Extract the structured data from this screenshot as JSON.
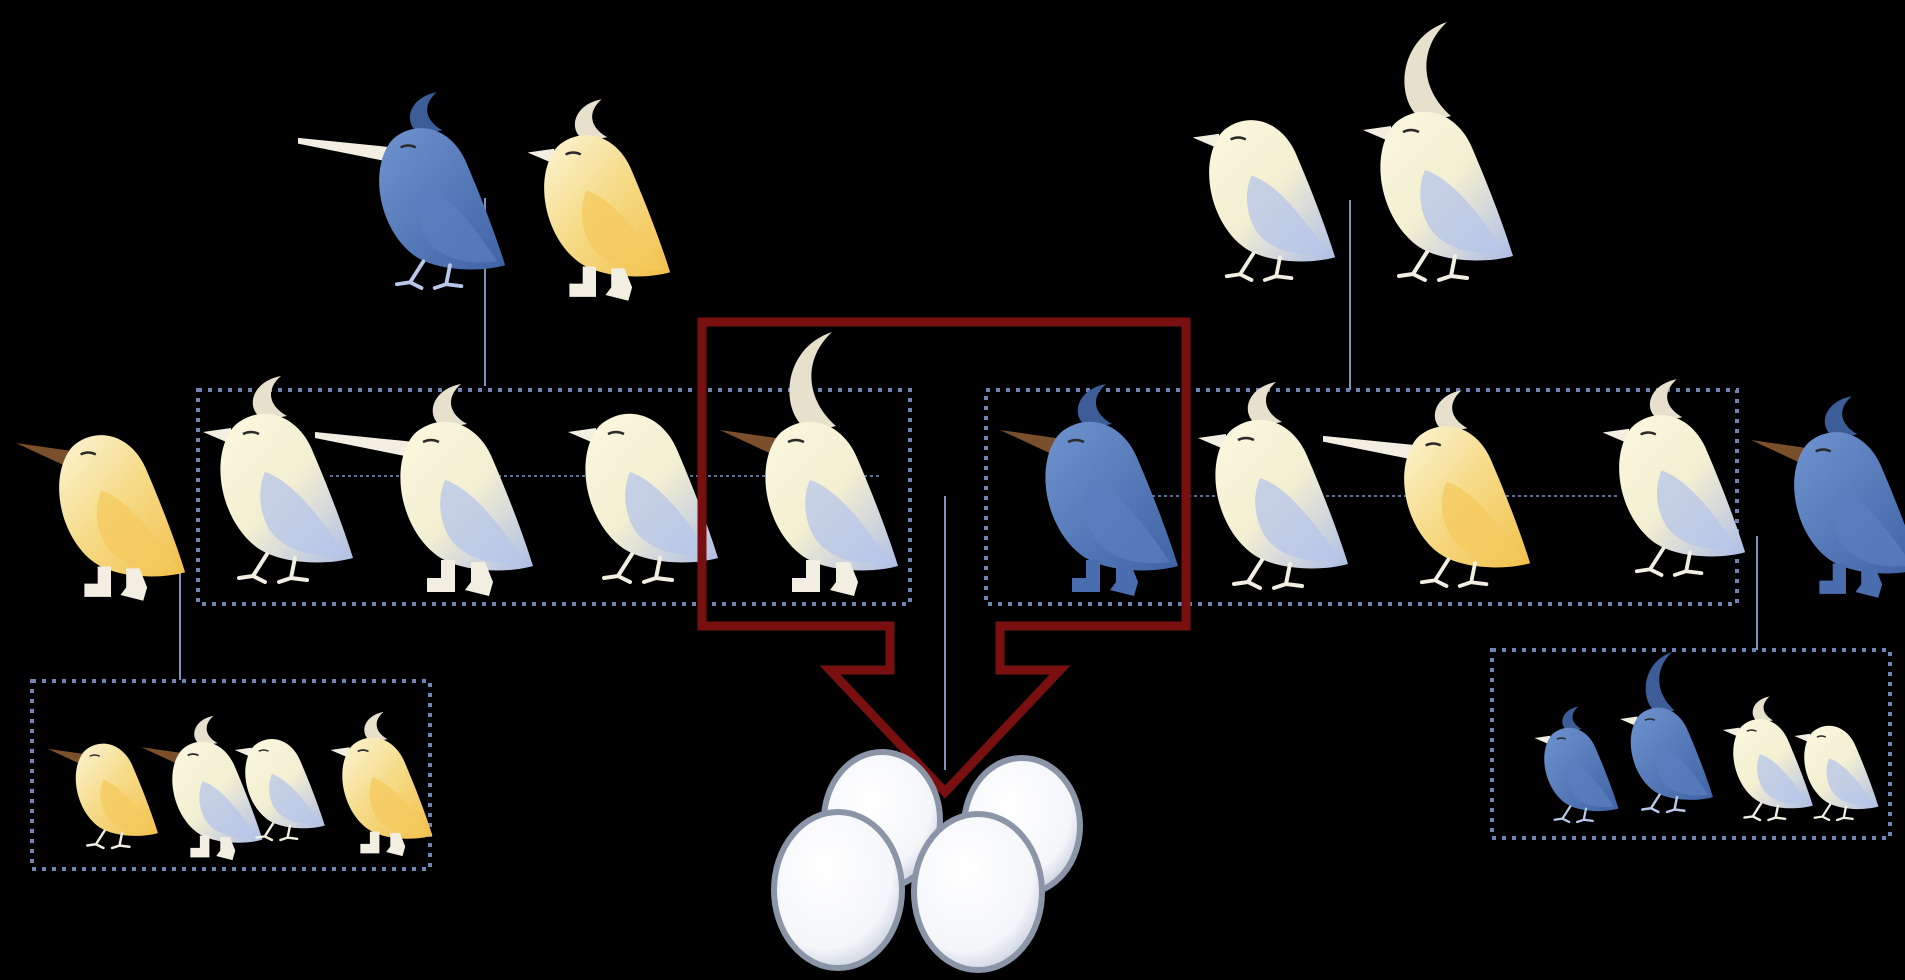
{
  "scene": {
    "background": "#000000",
    "palette": {
      "white_body": "#f7f3dc",
      "white_shade": "#b7c6ea",
      "yellow": "#f4c95d",
      "blue": "#5b7fbe",
      "blue_dark": "#3c5d98",
      "crest_white": "#e6e0cc",
      "beak_white": "#f2efe2",
      "beak_brown": "#7a4f2c",
      "group_border": "#6f84b3",
      "highlight": "#7a0f0f",
      "connector": "#7e93bf",
      "egg_fill": "#ffffff",
      "egg_rim": "#8b95a8"
    },
    "birds": [
      {
        "id": "grandparent-left-1",
        "body": "blue",
        "crest": "blue",
        "beak": "long_white",
        "legs": "thin"
      },
      {
        "id": "grandparent-left-2",
        "body": "yellow",
        "crest": "white",
        "beak": "short",
        "legs": "boots"
      },
      {
        "id": "grandparent-right-1",
        "body": "white",
        "crest": "none",
        "beak": "short",
        "legs": "thin"
      },
      {
        "id": "grandparent-right-2",
        "body": "white",
        "crest": "large_white",
        "beak": "short",
        "legs": "thin"
      },
      {
        "id": "sibling-outside-left",
        "body": "yellow",
        "crest": "none",
        "beak": "brown",
        "legs": "boots"
      },
      {
        "id": "sibling-left-1",
        "body": "white",
        "crest": "white",
        "beak": "short",
        "legs": "thin"
      },
      {
        "id": "sibling-left-2",
        "body": "white",
        "crest": "white",
        "beak": "long_white",
        "legs": "boots"
      },
      {
        "id": "sibling-left-3",
        "body": "white",
        "crest": "none",
        "beak": "short",
        "legs": "thin"
      },
      {
        "id": "parent-left",
        "body": "white",
        "crest": "large_white",
        "beak": "brown",
        "legs": "boots"
      },
      {
        "id": "parent-right",
        "body": "blue",
        "crest": "blue",
        "beak": "brown",
        "legs": "boots_blue"
      },
      {
        "id": "sibling-right-1",
        "body": "white",
        "crest": "white",
        "beak": "short",
        "legs": "thin"
      },
      {
        "id": "sibling-right-2",
        "body": "yellow",
        "crest": "white",
        "beak": "long_white",
        "legs": "thin"
      },
      {
        "id": "sibling-right-3",
        "body": "white",
        "crest": "white",
        "beak": "short",
        "legs": "thin"
      },
      {
        "id": "sibling-outside-right",
        "body": "blue",
        "crest": "blue",
        "beak": "brown",
        "legs": "boots_blue"
      },
      {
        "id": "chick-left-1",
        "body": "yellow",
        "crest": "none",
        "beak": "brown",
        "legs": "thin"
      },
      {
        "id": "chick-left-2",
        "body": "white",
        "crest": "white",
        "beak": "brown",
        "legs": "boots"
      },
      {
        "id": "chick-left-3",
        "body": "white",
        "crest": "none",
        "beak": "short",
        "legs": "thin"
      },
      {
        "id": "chick-left-4",
        "body": "yellow",
        "crest": "white",
        "beak": "short",
        "legs": "boots"
      },
      {
        "id": "chick-right-1",
        "body": "blue",
        "crest": "blue",
        "beak": "short",
        "legs": "thin"
      },
      {
        "id": "chick-right-2",
        "body": "blue",
        "crest": "large_blue",
        "beak": "short",
        "legs": "thin"
      },
      {
        "id": "chick-right-3",
        "body": "white",
        "crest": "white",
        "beak": "short",
        "legs": "thin"
      },
      {
        "id": "chick-right-4",
        "body": "white",
        "crest": "none",
        "beak": "short",
        "legs": "thin"
      }
    ],
    "eggs": 4
  }
}
